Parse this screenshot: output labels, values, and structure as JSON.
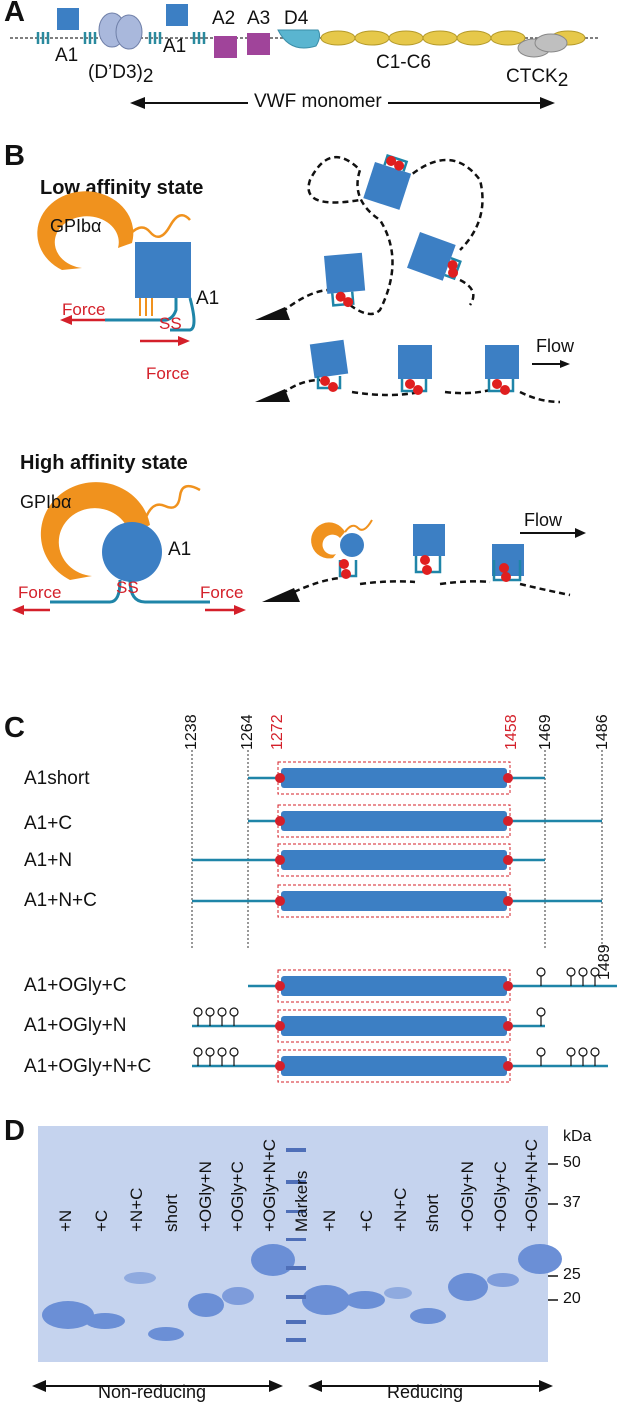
{
  "panelA": {
    "letter": "A",
    "domains": {
      "a1_left": "A1",
      "d_prime_d3": "(D’D3)",
      "d_prime_d3_sub": "2",
      "a1_right": "A1",
      "a2": "A2",
      "a3": "A3",
      "d4": "D4",
      "c1c6": "C1-C6",
      "ctck": "CTCK",
      "ctck_sub": "2"
    },
    "monomer_label": "VWF monomer"
  },
  "panelB": {
    "letter": "B",
    "low_title": "Low affinity state",
    "high_title": "High affinity state",
    "gp_label": "GPIbα",
    "a1_label": "A1",
    "force_label": "Force",
    "ss_label": "SS",
    "flow_label": "Flow"
  },
  "panelC": {
    "letter": "C",
    "residues": [
      "1238",
      "1264",
      "1272",
      "1458",
      "1469",
      "1486",
      "1489"
    ],
    "constructs": [
      "A1short",
      "A1+C",
      "A1+N",
      "A1+N+C",
      "A1+OGly+C",
      "A1+OGly+N",
      "A1+OGly+N+C"
    ]
  },
  "panelD": {
    "letter": "D",
    "lanes": [
      "+N",
      "+C",
      "+N+C",
      "short",
      "+OGly+N",
      "+OGly+C",
      "+OGly+N+C",
      "Markers",
      "+N",
      "+C",
      "+N+C",
      "short",
      "+OGly+N",
      "+OGly+C",
      "+OGly+N+C"
    ],
    "mw_unit": "kDa",
    "mw_markers": [
      "50",
      "37",
      "25",
      "20"
    ],
    "non_reducing_label": "Non-reducing",
    "reducing_label": "Reducing"
  },
  "colors": {
    "domain_blue": "#3c7fc4",
    "gp_orange": "#f0921e",
    "force_red": "#d4202a",
    "gel_blue": "#6b8fd6",
    "ovd_blue": "#a9b8dc",
    "purple": "#a0449a",
    "yellow": "#e6c84a"
  }
}
